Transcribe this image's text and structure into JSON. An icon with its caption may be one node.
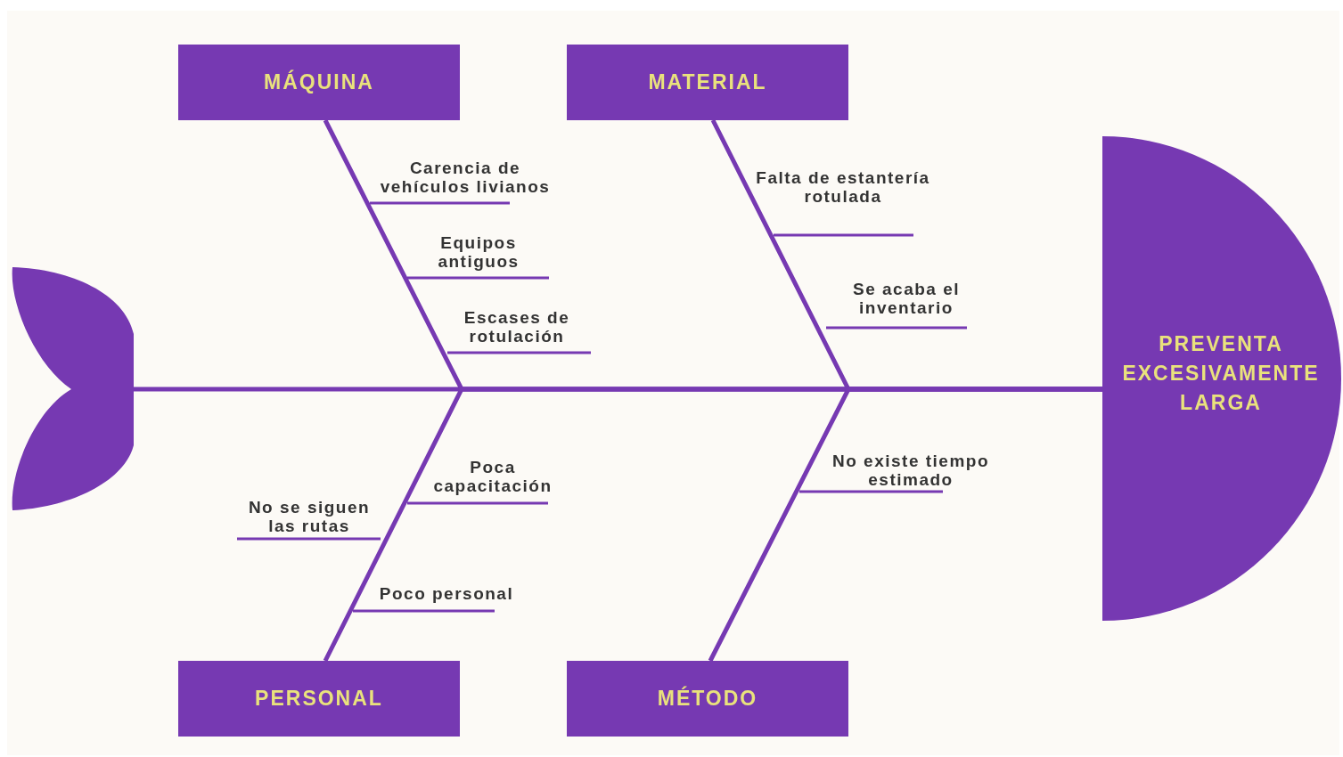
{
  "diagram": {
    "nodes": [
      {
        "text": [
          "MÁQUINA"
        ]
      },
      {
        "text": [
          "MATERIAL"
        ]
      },
      {
        "text": [],
        "shape": "tail"
      },
      {
        "text": [
          "PREVENTA EXCESIVAMENTE LARGA"
        ]
      },
      {
        "text": [
          "PERSONAL"
        ]
      },
      {
        "text": [
          "MÉTODO"
        ]
      }
    ],
    "edges": [
      {
        "from": 2,
        "to": 3,
        "arrow": "none"
      },
      {
        "from": 0,
        "to": 3,
        "arrow": "none"
      },
      {
        "from": 1,
        "to": 3,
        "arrow": "none"
      },
      {
        "from": 4,
        "to": 3,
        "arrow": "none"
      },
      {
        "from": 5,
        "to": 3,
        "arrow": "none"
      }
    ],
    "labels": [
      "Carencia de vehículos livianos",
      "Falta de estantería rotulada",
      "Equipos antiguos",
      "Se acaba el inventario",
      "Escases de rotulación",
      "No existe tiempo estimado",
      "Poca capacitación",
      "No se siguen las rutas",
      "Poco personal"
    ]
  }
}
